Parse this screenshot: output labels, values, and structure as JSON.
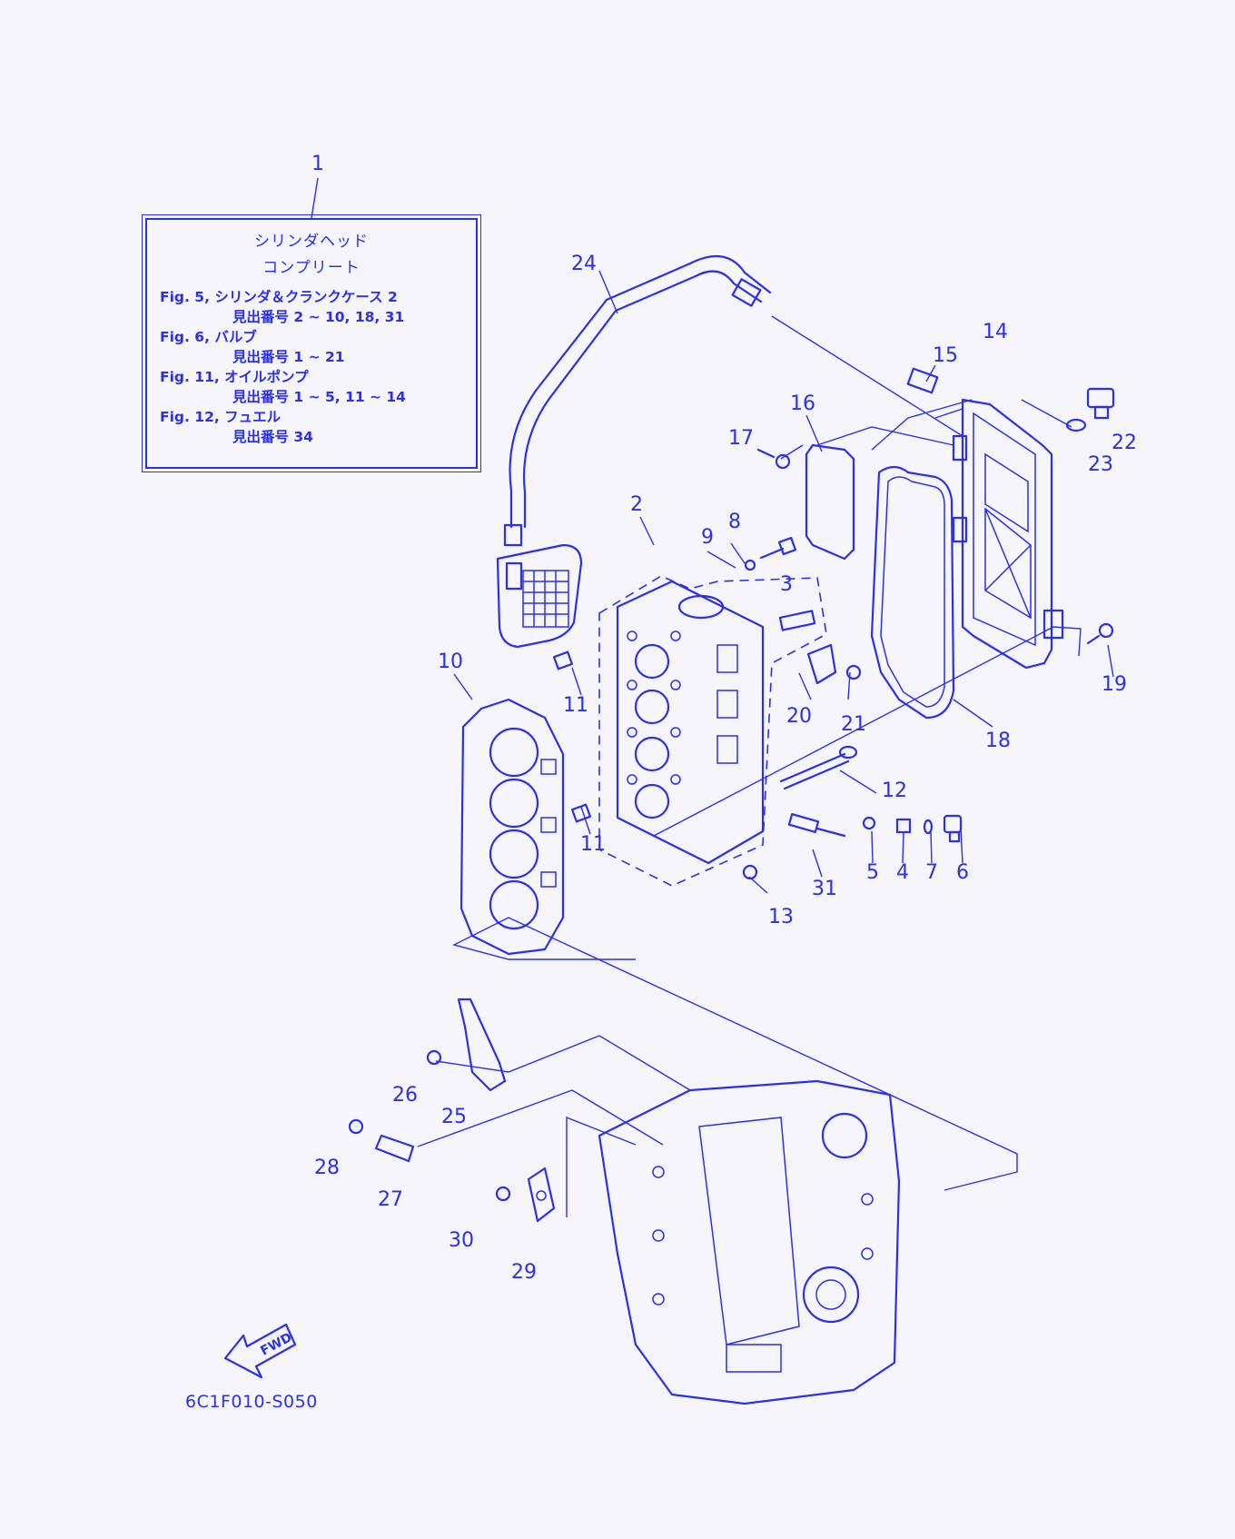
{
  "reference_box": {
    "title_line1": "シリンダヘッド",
    "title_line2": "コンプリート",
    "lines": [
      {
        "text": "Fig. 5, シリンダ＆クランクケース 2",
        "indent": false
      },
      {
        "text": "見出番号 2 ~ 10, 18, 31",
        "indent": true
      },
      {
        "text": "Fig. 6, バルブ",
        "indent": false
      },
      {
        "text": "見出番号 1 ~ 21",
        "indent": true
      },
      {
        "text": "Fig. 11, オイルポンプ",
        "indent": false
      },
      {
        "text": "見出番号 1 ~ 5, 11 ~ 14",
        "indent": true
      },
      {
        "text": "Fig. 12, フュエル",
        "indent": false
      },
      {
        "text": "見出番号 34",
        "indent": true
      }
    ]
  },
  "callouts": [
    "1",
    "2",
    "3",
    "4",
    "5",
    "6",
    "7",
    "8",
    "9",
    "10",
    "11",
    "11",
    "12",
    "13",
    "14",
    "15",
    "16",
    "17",
    "18",
    "19",
    "20",
    "21",
    "22",
    "23",
    "24",
    "25",
    "26",
    "27",
    "28",
    "29",
    "30",
    "31"
  ],
  "fwd_label": "FWD",
  "drawing_code": "6C1F010-S050",
  "colors": {
    "line": "#2a2ff0",
    "paper": "#f5f5fb"
  }
}
